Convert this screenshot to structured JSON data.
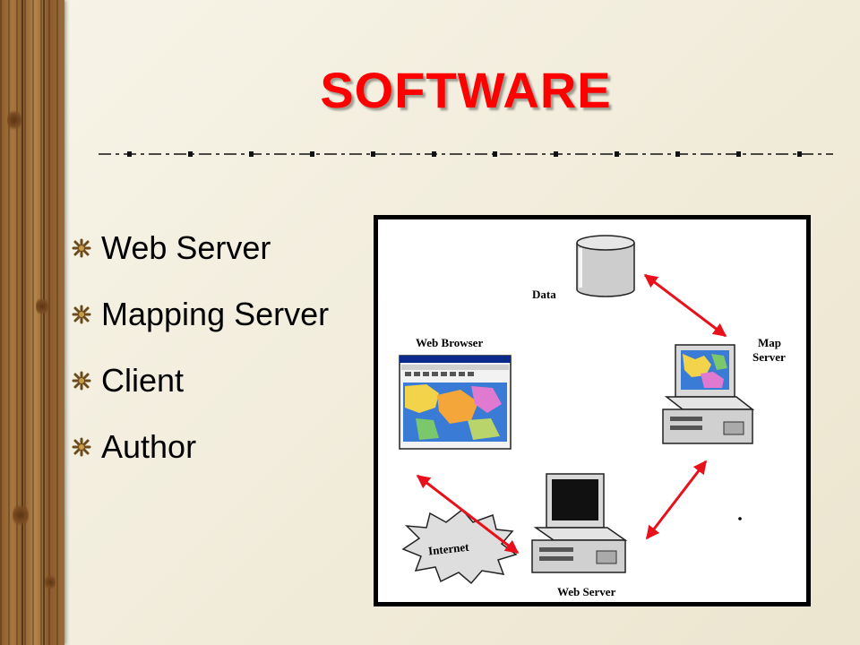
{
  "slide": {
    "title": "SOFTWARE",
    "title_color": "#ff0000",
    "bullets": [
      {
        "label": "Web Server"
      },
      {
        "label": "Mapping Server"
      },
      {
        "label": "Client"
      },
      {
        "label": "Author"
      }
    ]
  },
  "diagram": {
    "labels": {
      "data": "Data",
      "map_server_line1": "Map",
      "map_server_line2": "Server",
      "web_browser": "Web Browser",
      "internet": "Internet",
      "web_server": "Web Server"
    },
    "arrow_color": "#e8101a",
    "icons": [
      "database-icon",
      "map-server-computer-icon",
      "web-browser-window-icon",
      "internet-cloud-icon",
      "web-server-computer-icon"
    ]
  }
}
